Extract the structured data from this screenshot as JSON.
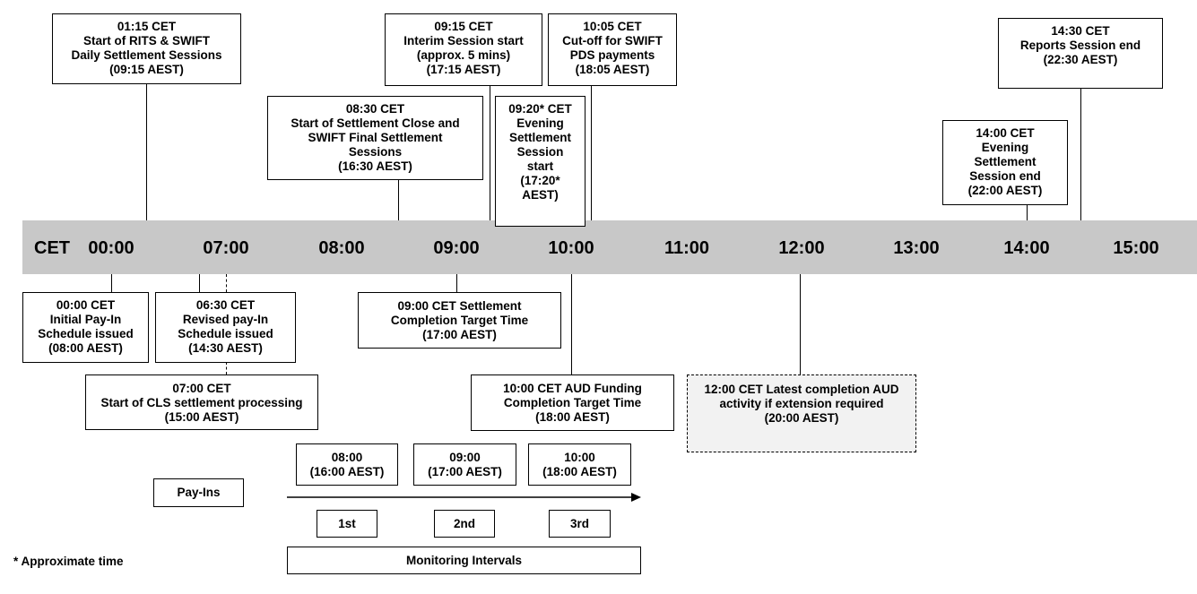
{
  "timeline": {
    "label": "CET",
    "ticks": [
      "00:00",
      "07:00",
      "08:00",
      "09:00",
      "10:00",
      "11:00",
      "12:00",
      "13:00",
      "14:00",
      "15:00"
    ]
  },
  "top_events": {
    "rits_start": [
      "01:15 CET",
      "Start of RITS & SWIFT",
      "Daily Settlement Sessions",
      "(09:15 AEST)"
    ],
    "settlement_close": [
      "08:30 CET",
      "Start of Settlement Close and",
      "SWIFT Final Settlement",
      "Sessions",
      "(16:30 AEST)"
    ],
    "interim_session": [
      "09:15 CET",
      "Interim Session start",
      "(approx. 5 mins)",
      "(17:15 AEST)"
    ],
    "evening_session_start": [
      "09:20* CET",
      "Evening",
      "Settlement",
      "Session",
      "start",
      "(17:20*",
      "AEST)"
    ],
    "swift_cutoff": [
      "10:05 CET",
      "Cut-off for SWIFT",
      "PDS payments",
      "(18:05 AEST)"
    ],
    "evening_session_end": [
      "14:00 CET",
      "Evening",
      "Settlement",
      "Session end",
      "(22:00 AEST)"
    ],
    "reports_session_end": [
      "14:30 CET",
      "Reports Session end",
      "(22:30 AEST)"
    ]
  },
  "bottom_events": {
    "initial_payin": [
      "00:00 CET",
      "Initial Pay-In",
      "Schedule issued",
      "(08:00 AEST)"
    ],
    "revised_payin": [
      "06:30 CET",
      "Revised pay-In",
      "Schedule issued",
      "(14:30 AEST)"
    ],
    "cls_processing": [
      "07:00 CET",
      "Start of CLS settlement processing",
      "(15:00 AEST)"
    ],
    "settlement_target": [
      "09:00 CET Settlement",
      "Completion Target Time",
      "(17:00 AEST)"
    ],
    "aud_funding_target": [
      "10:00 CET AUD Funding",
      "Completion Target Time",
      "(18:00 AEST)"
    ],
    "latest_aud_completion": [
      "12:00 CET Latest completion AUD",
      "activity if extension required",
      "(20:00 AEST)"
    ]
  },
  "payins": {
    "label": "Pay-Ins",
    "times": [
      [
        "08:00",
        "(16:00 AEST)"
      ],
      [
        "09:00",
        "(17:00 AEST)"
      ],
      [
        "10:00",
        "(18:00 AEST)"
      ]
    ],
    "intervals": [
      "1st",
      "2nd",
      "3rd"
    ],
    "monitoring_label": "Monitoring Intervals"
  },
  "footnote": "* Approximate time"
}
